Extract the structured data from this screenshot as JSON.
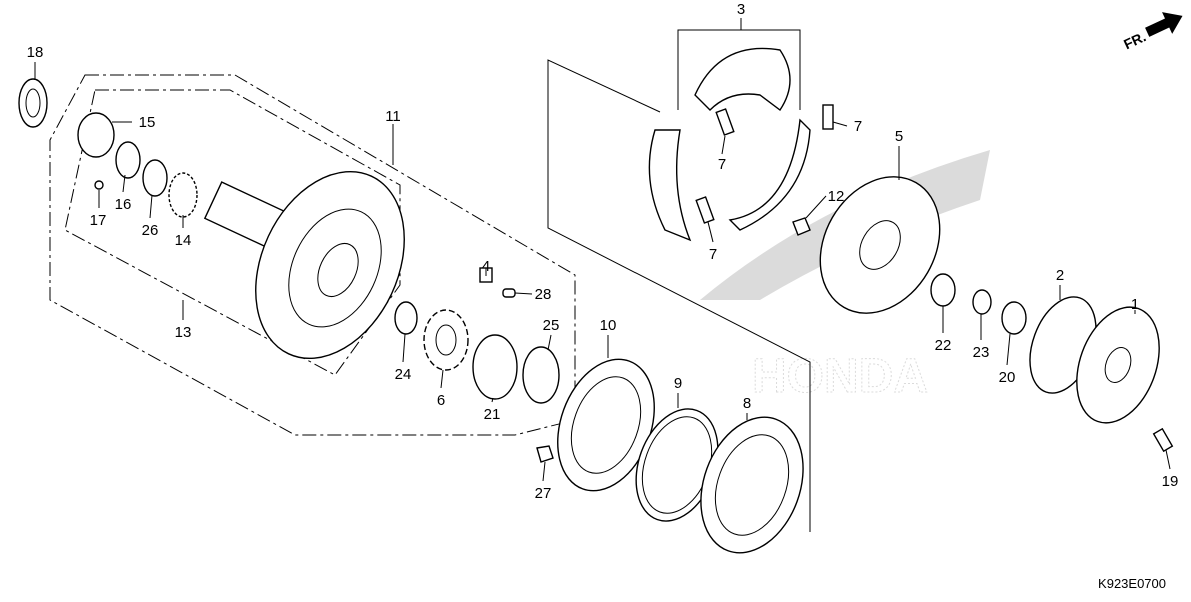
{
  "diagram": {
    "code": "K923E0700",
    "direction_label": "FR.",
    "watermark": "HONDA",
    "labels": [
      "18",
      "15",
      "16",
      "17",
      "26",
      "14",
      "11",
      "13",
      "3",
      "7",
      "7",
      "7",
      "5",
      "12",
      "4",
      "28",
      "25",
      "24",
      "6",
      "21",
      "10",
      "9",
      "8",
      "27",
      "2",
      "1",
      "22",
      "23",
      "20",
      "19"
    ]
  }
}
